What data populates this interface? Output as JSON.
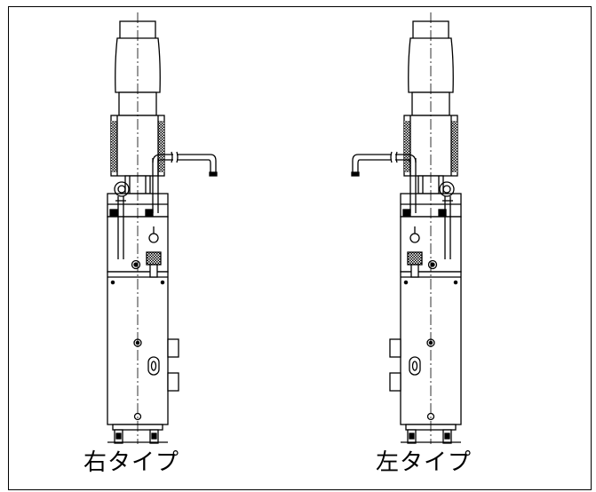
{
  "figure": {
    "panels": [
      {
        "label": "右タイプ",
        "spout_side": "right"
      },
      {
        "label": "左タイプ",
        "spout_side": "left"
      }
    ]
  },
  "colors": {
    "line": "#000000",
    "background": "#ffffff"
  }
}
